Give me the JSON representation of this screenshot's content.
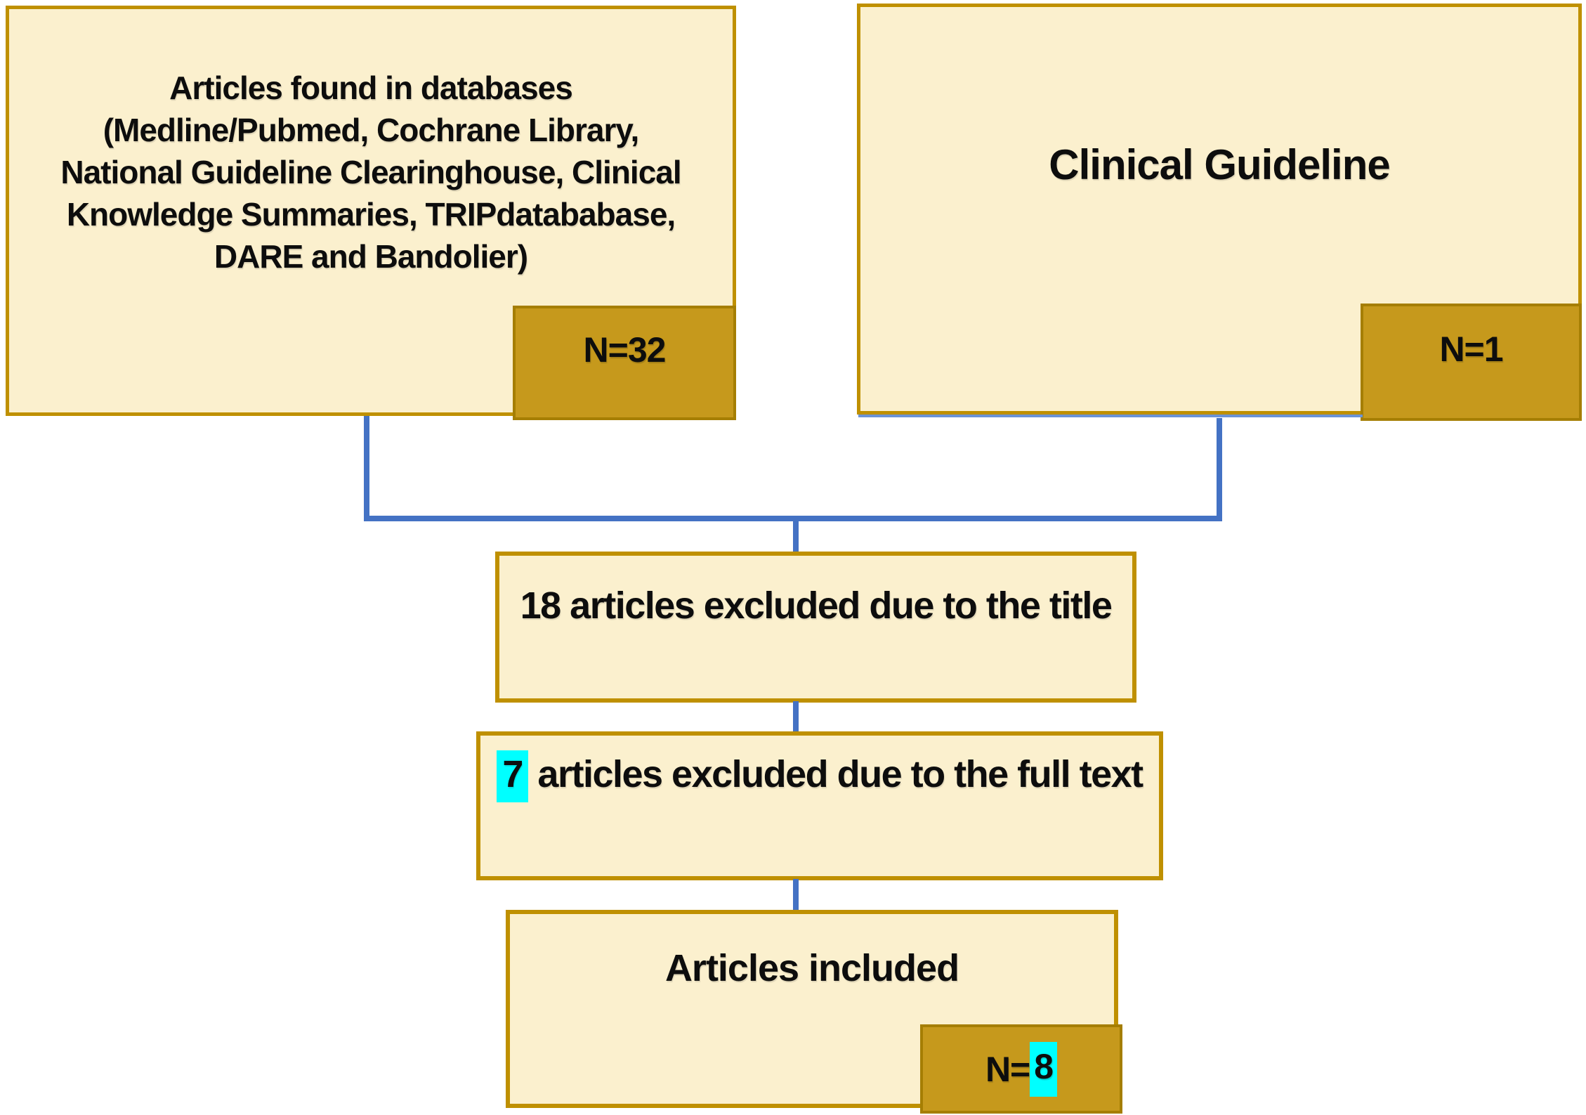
{
  "diagram_title": "Article selection flow diagram",
  "colors": {
    "box_fill": "#fbf0ce",
    "box_border": "#bf9000",
    "badge_fill": "#c6991c",
    "badge_border": "#a57e03",
    "connector_blue": "#4472c4",
    "highlight_cyan": "#00ffff",
    "text": "#0d0d0d",
    "background": "#ffffff"
  },
  "boxes": {
    "databases": {
      "text": "Articles found in databases\n(Medline/Pubmed, Cochrane Library,\nNational Guideline Clearinghouse, Clinical\nKnowledge Summaries, TRIPdatababase,\nDARE and Bandolier)",
      "badge": "N=32"
    },
    "guideline": {
      "text": "Clinical Guideline",
      "badge": "N=1"
    },
    "excluded_title": {
      "text": "18 articles excluded due to the title"
    },
    "excluded_fulltext": {
      "highlight": "7",
      "rest": " articles excluded due to the full text"
    },
    "included": {
      "text": "Articles included",
      "badge_prefix": "N=",
      "badge_highlight": "8"
    }
  }
}
